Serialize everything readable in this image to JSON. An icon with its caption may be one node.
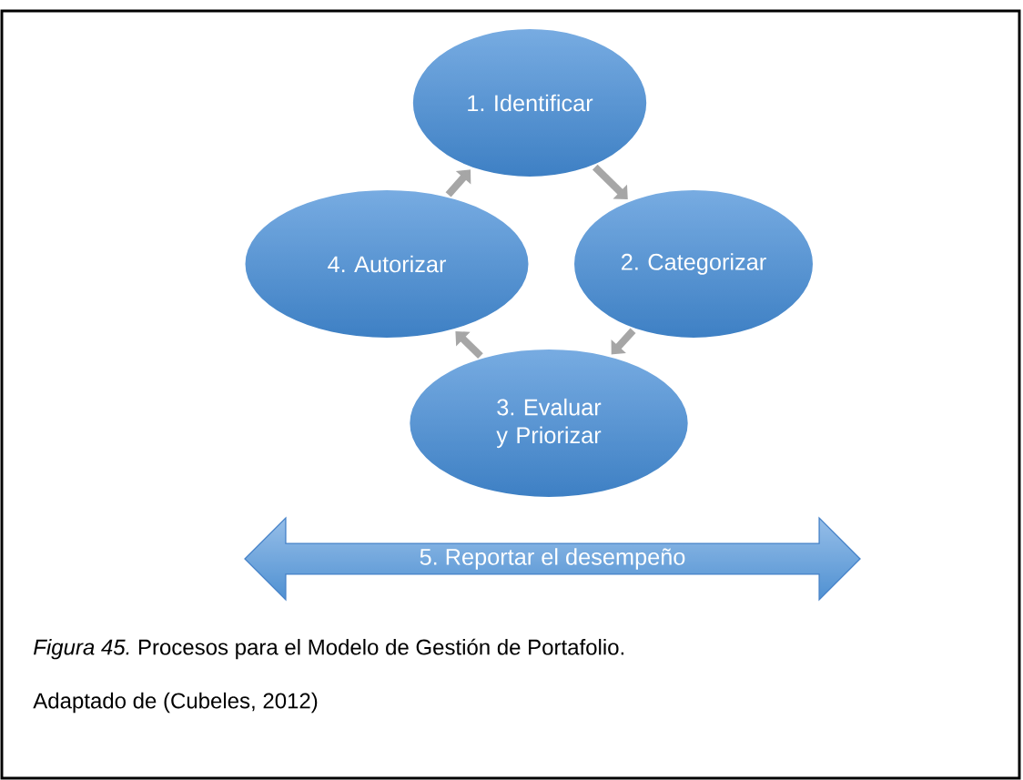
{
  "diagram": {
    "caption": "*Figura 45.* Procesos para el Modelo de Gestión de Portafolio.",
    "nodes": [
      {
        "text": [
          "1. Identificar"
        ]
      },
      {
        "text": [
          "2. Categorizar"
        ]
      },
      {
        "text": [
          "3. Evaluar y Priorizar"
        ]
      },
      {
        "text": [
          "4. Autorizar"
        ]
      },
      {
        "text": [
          "5. Reportar el desempeño"
        ]
      }
    ],
    "edges": [
      {
        "from": 0,
        "to": 1,
        "arrow": "to"
      },
      {
        "from": 1,
        "to": 2,
        "arrow": "to"
      },
      {
        "from": 2,
        "to": 3,
        "arrow": "to"
      },
      {
        "from": 3,
        "to": 0,
        "arrow": "to"
      }
    ],
    "labels": [
      "Adaptado de  (Cubeles, 2012)"
    ]
  }
}
